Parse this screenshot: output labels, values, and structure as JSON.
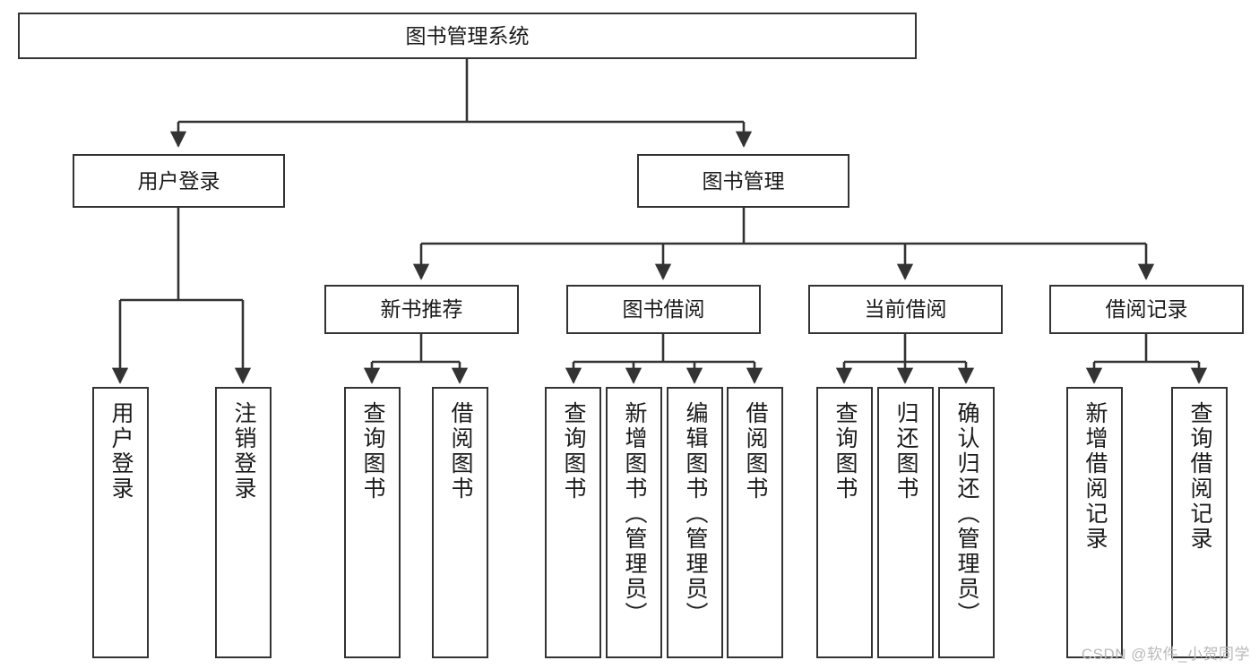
{
  "diagram": {
    "title": "图书管理系统",
    "type": "tree-hierarchy-flowchart",
    "root": {
      "id": "root",
      "label": "图书管理系统"
    },
    "level2": [
      {
        "id": "user-login",
        "label": "用户登录"
      },
      {
        "id": "book-manage",
        "label": "图书管理"
      }
    ],
    "level3": [
      {
        "id": "new-book-rec",
        "label": "新书推荐",
        "parent": "book-manage"
      },
      {
        "id": "book-borrow",
        "label": "图书借阅",
        "parent": "book-manage"
      },
      {
        "id": "current-borrow",
        "label": "当前借阅",
        "parent": "book-manage"
      },
      {
        "id": "borrow-record",
        "label": "借阅记录",
        "parent": "book-manage"
      }
    ],
    "leaves": [
      {
        "id": "leaf-user-login",
        "label": "用户登录",
        "parent": "user-login"
      },
      {
        "id": "leaf-logout",
        "label": "注销登录",
        "parent": "user-login"
      },
      {
        "id": "leaf-query-book-1",
        "label": "查询图书",
        "parent": "new-book-rec"
      },
      {
        "id": "leaf-borrow-book-1",
        "label": "借阅图书",
        "parent": "new-book-rec"
      },
      {
        "id": "leaf-query-book-2",
        "label": "查询图书",
        "parent": "book-borrow"
      },
      {
        "id": "leaf-add-book",
        "label": "新增图书（管理员）",
        "parent": "book-borrow"
      },
      {
        "id": "leaf-edit-book",
        "label": "编辑图书（管理员）",
        "parent": "book-borrow"
      },
      {
        "id": "leaf-borrow-book-2",
        "label": "借阅图书",
        "parent": "book-borrow"
      },
      {
        "id": "leaf-query-book-3",
        "label": "查询图书",
        "parent": "current-borrow"
      },
      {
        "id": "leaf-return-book",
        "label": "归还图书",
        "parent": "current-borrow"
      },
      {
        "id": "leaf-confirm-return",
        "label": "确认归还（管理员）",
        "parent": "current-borrow"
      },
      {
        "id": "leaf-add-record",
        "label": "新增借阅记录",
        "parent": "borrow-record"
      },
      {
        "id": "leaf-query-record",
        "label": "查询借阅记录",
        "parent": "borrow-record"
      }
    ],
    "colors": {
      "stroke": "#333333",
      "fill": "#ffffff",
      "text": "#1a1a1a",
      "watermark": "#b9b9b9"
    }
  },
  "watermark": {
    "text": "CSDN @软件_小贺同学"
  }
}
